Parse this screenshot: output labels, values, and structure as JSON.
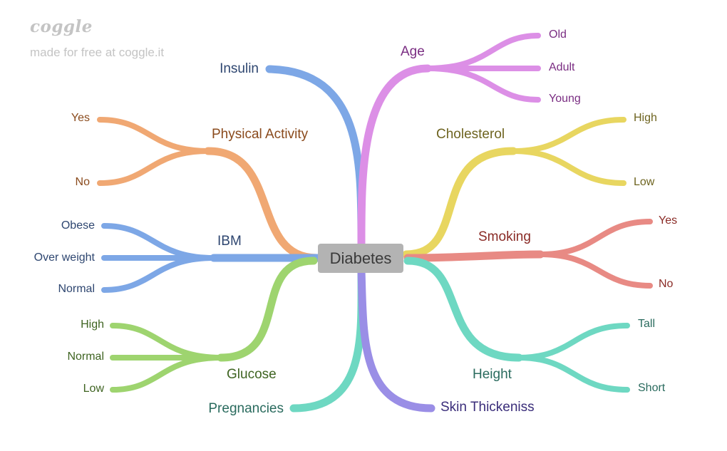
{
  "logo": {
    "name": "coggle",
    "tagline": "made for free at coggle.it"
  },
  "central": "Diabetes",
  "branches": {
    "insulin": {
      "label": "Insulin",
      "color": "#7da7e6",
      "text_color": "#2e4670"
    },
    "age": {
      "label": "Age",
      "color": "#dc8fe6",
      "text_color": "#7a2d82",
      "children": [
        "Old",
        "Adult",
        "Young"
      ]
    },
    "physical_activity": {
      "label": "Physical Activity",
      "color": "#f0a873",
      "text_color": "#8a4a1c",
      "children": [
        "Yes",
        "No"
      ]
    },
    "cholesterol": {
      "label": "Cholesterol",
      "color": "#e8d660",
      "text_color": "#6e6420",
      "children": [
        "High",
        "Low"
      ]
    },
    "ibm": {
      "label": "IBM",
      "color": "#7da7e6",
      "text_color": "#2e4670",
      "children": [
        "Obese",
        "Over weight",
        "Normal"
      ]
    },
    "smoking": {
      "label": "Smoking",
      "color": "#e88a84",
      "text_color": "#8a2b26",
      "children": [
        "Yes",
        "No"
      ]
    },
    "glucose": {
      "label": "Glucose",
      "color": "#9ed46f",
      "text_color": "#3f6422",
      "children": [
        "High",
        "Normal",
        "Low"
      ]
    },
    "height": {
      "label": "Height",
      "color": "#6ed8c2",
      "text_color": "#2a6b5e",
      "children": [
        "Tall",
        "Short"
      ]
    },
    "pregnancies": {
      "label": "Pregnancies",
      "color": "#6ed8c2",
      "text_color": "#2a6b5e"
    },
    "skin_thickeniss": {
      "label": "Skin Thickeniss",
      "color": "#9a8ee6",
      "text_color": "#3a2d7a"
    }
  }
}
